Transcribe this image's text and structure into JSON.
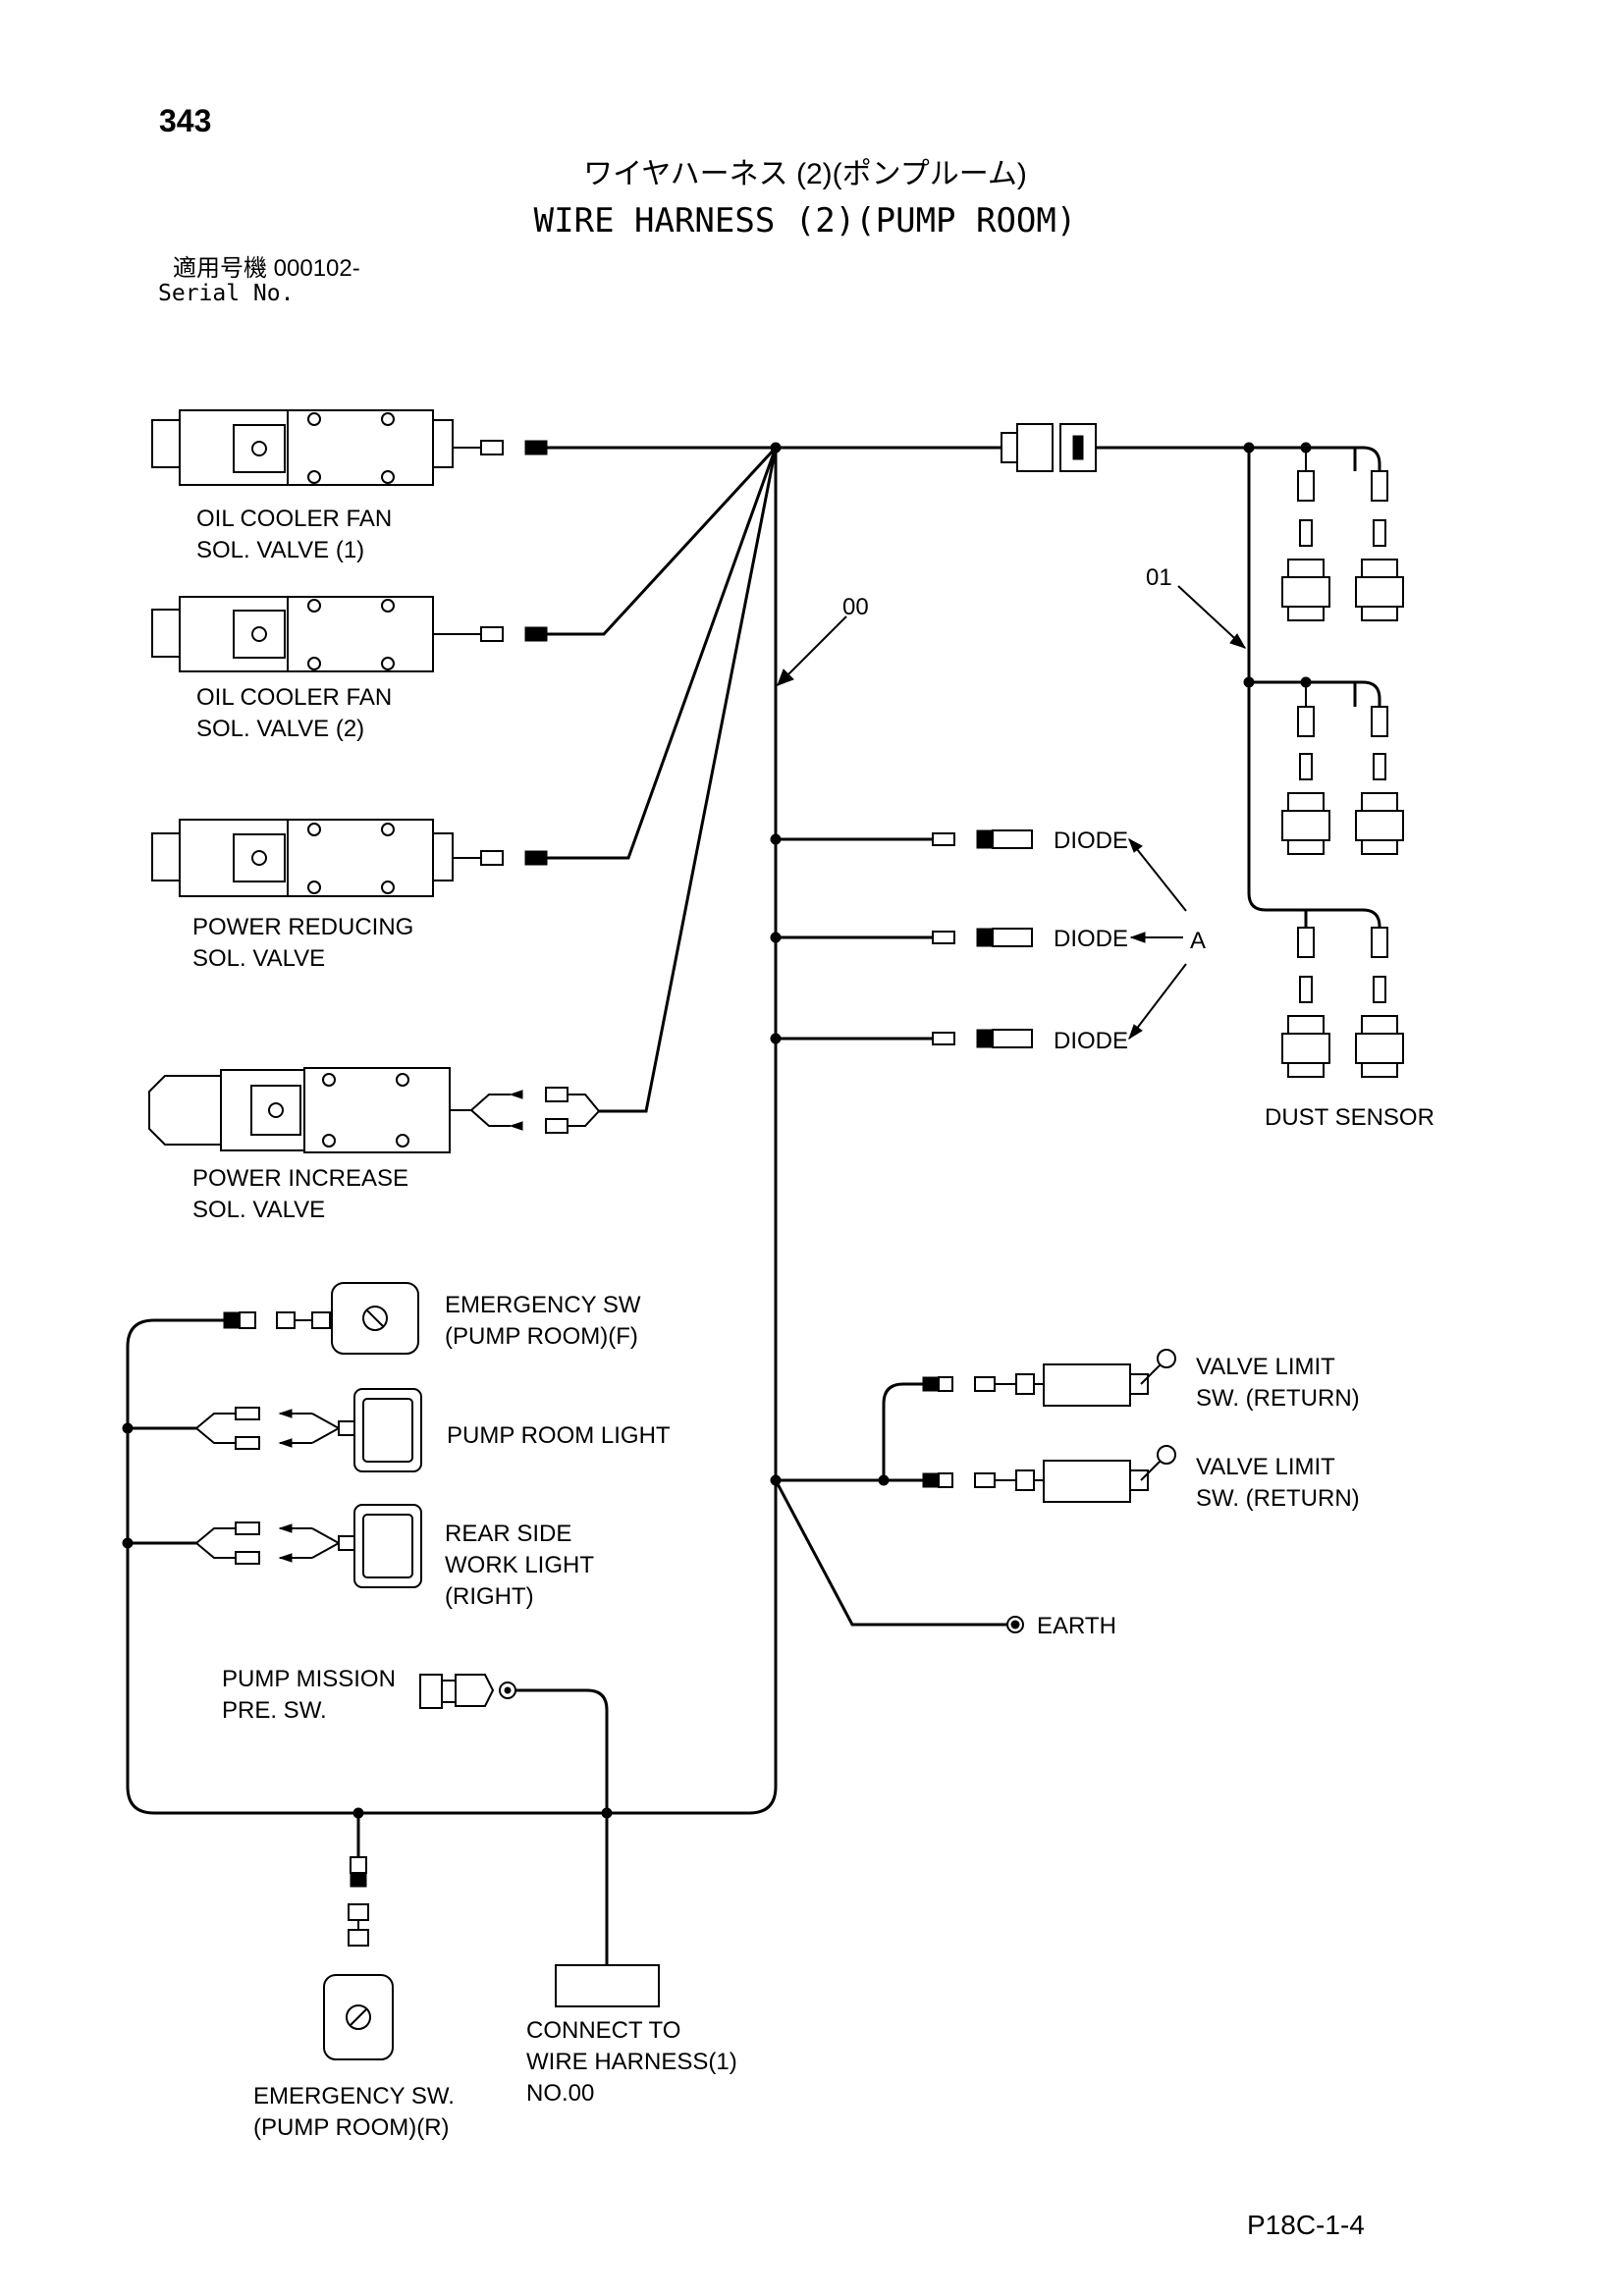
{
  "page_number": "343",
  "title_jp": "ワイヤハーネス (2)(ポンプルーム)",
  "title_en": "WIRE HARNESS (2)(PUMP ROOM)",
  "serial_jp": "適用号機  000102-",
  "serial_en": "Serial No.",
  "callouts": {
    "harness_00": "00",
    "harness_01": "01",
    "diode_group": "A"
  },
  "components": {
    "oil_cooler_fan_1": [
      "OIL COOLER FAN",
      "SOL. VALVE (1)"
    ],
    "oil_cooler_fan_2": [
      "OIL COOLER FAN",
      "SOL. VALVE (2)"
    ],
    "power_reducing": [
      "POWER REDUCING",
      "SOL. VALVE"
    ],
    "power_increase": [
      "POWER INCREASE",
      "SOL. VALVE"
    ],
    "diode": "DIODE",
    "dust_sensor": "DUST SENSOR",
    "emergency_sw_f": [
      "EMERGENCY SW",
      "(PUMP ROOM)(F)"
    ],
    "pump_room_light": "PUMP ROOM LIGHT",
    "rear_side_work_light": [
      "REAR SIDE",
      "WORK LIGHT",
      "(RIGHT)"
    ],
    "pump_mission_pre_sw": [
      "PUMP MISSION",
      "PRE. SW."
    ],
    "valve_limit_sw": [
      "VALVE LIMIT",
      "SW. (RETURN)"
    ],
    "earth": "EARTH",
    "connect_to": [
      "CONNECT TO",
      "WIRE HARNESS(1)",
      "NO.00"
    ],
    "emergency_sw_r": [
      "EMERGENCY SW.",
      "(PUMP ROOM)(R)"
    ]
  },
  "drawing_number": "P18C-1-4"
}
